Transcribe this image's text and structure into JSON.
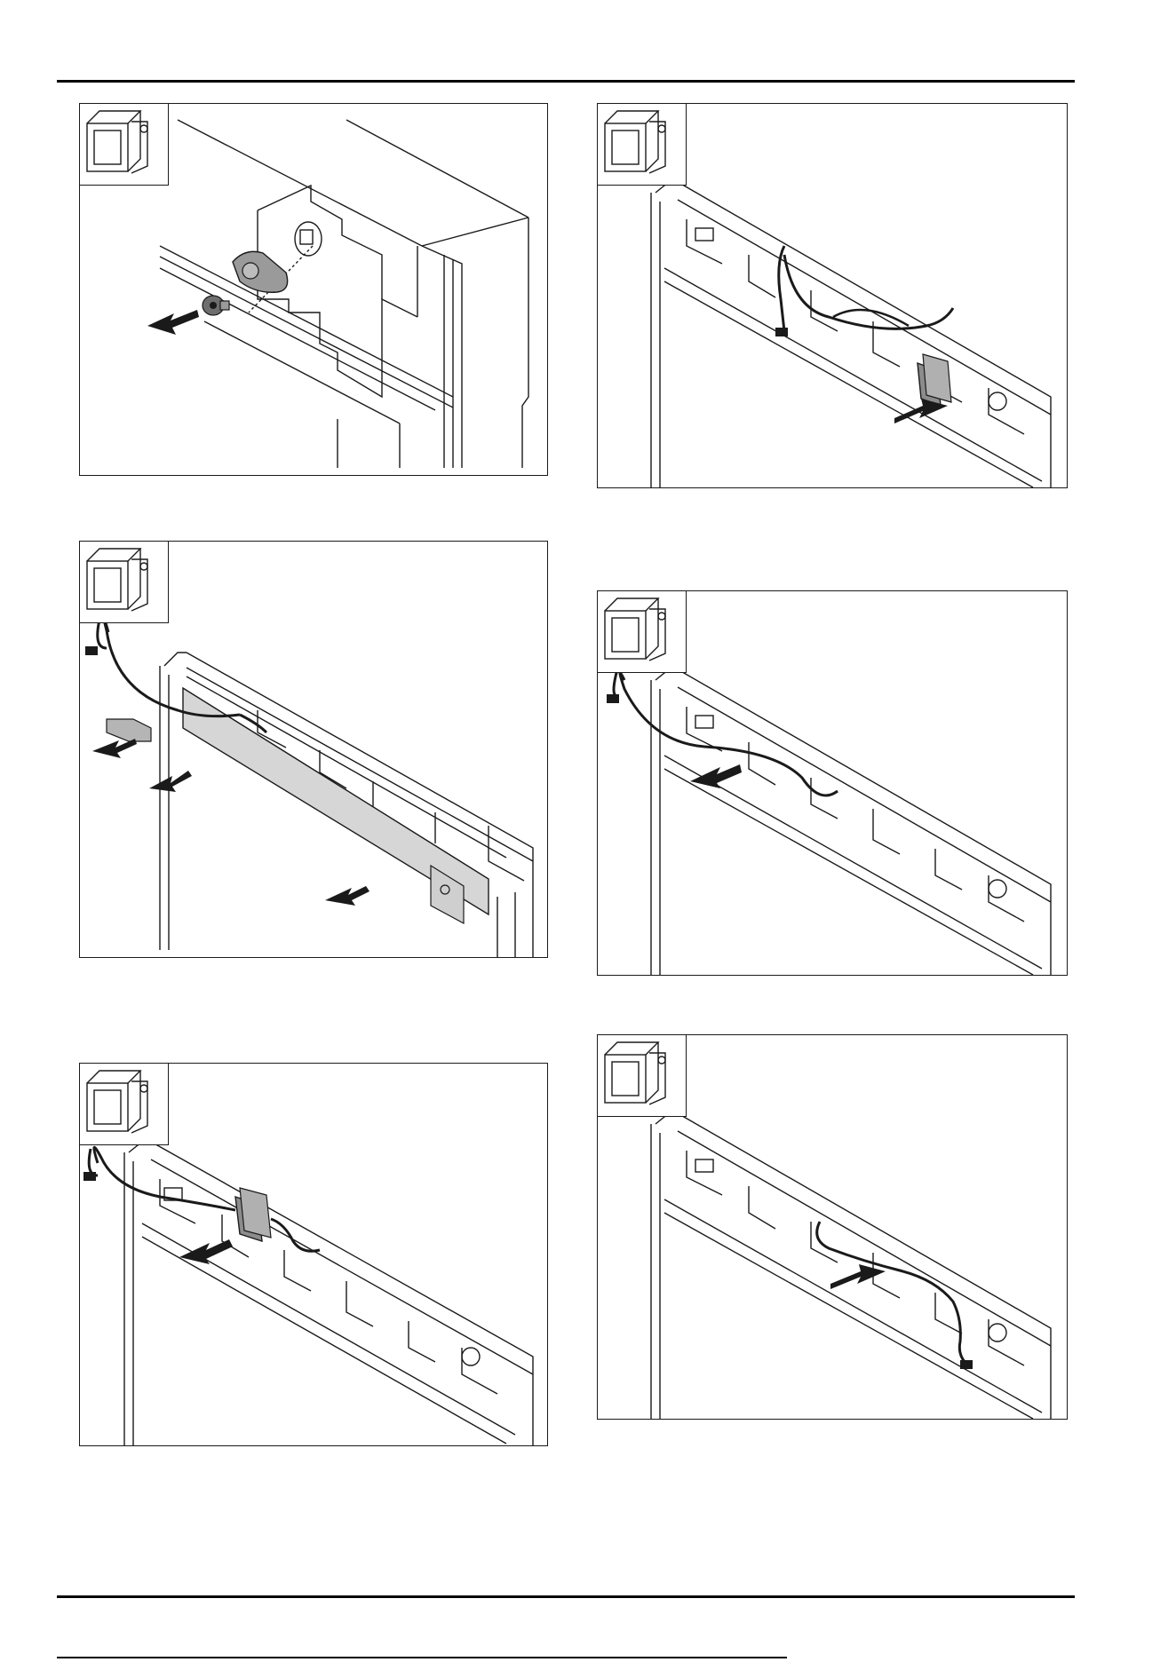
{
  "document": {
    "type": "installation-instructions",
    "panels": [
      {
        "id": "step-1",
        "icon": "fridge-open-door-icon",
        "scene": "remove-screw-and-washer"
      },
      {
        "id": "step-2",
        "icon": "fridge-open-door-icon",
        "scene": "remove-cover-and-clip"
      },
      {
        "id": "step-3",
        "icon": "fridge-open-door-icon",
        "scene": "pull-out-connector"
      },
      {
        "id": "step-4",
        "icon": "fridge-open-door-icon",
        "scene": "push-in-connector"
      },
      {
        "id": "step-5",
        "icon": "fridge-open-door-icon",
        "scene": "pull-out-cable"
      },
      {
        "id": "step-6",
        "icon": "fridge-open-door-icon",
        "scene": "push-in-cable"
      }
    ]
  }
}
